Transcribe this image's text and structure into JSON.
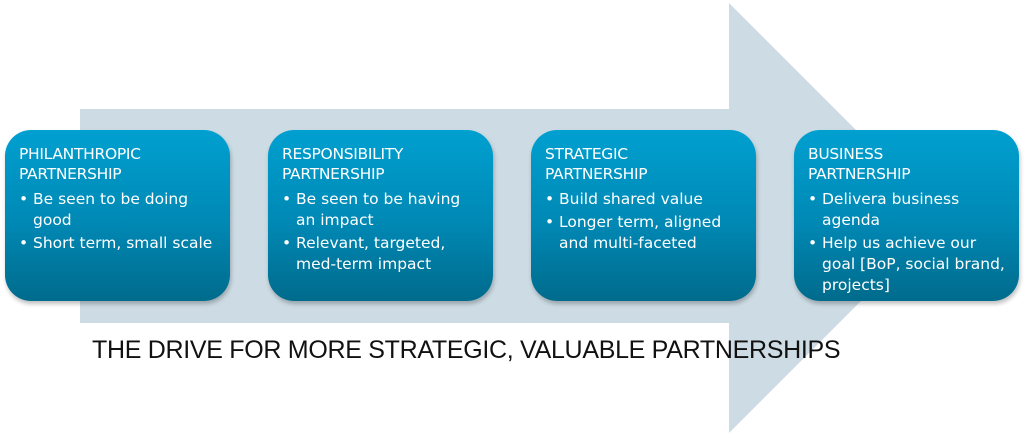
{
  "colors": {
    "arrow": "#cddbe4",
    "box_top": "#00a0d0",
    "box_bottom": "#006b8c",
    "text": "#ffffff"
  },
  "boxes": [
    {
      "title_1": "PHILANTHROPIC",
      "title_2": "PARTNERSHIP",
      "bullets": [
        "Be seen to be doing good",
        "Short term, small scale"
      ]
    },
    {
      "title_1": "RESPONSIBILITY",
      "title_2": "PARTNERSHIP",
      "bullets": [
        "Be seen to be having an impact",
        "Relevant, targeted, med-term impact"
      ]
    },
    {
      "title_1": "STRATEGIC",
      "title_2": "PARTNERSHIP",
      "bullets": [
        "Build shared value",
        "Longer term, aligned and multi-faceted"
      ]
    },
    {
      "title_1": "BUSINESS",
      "title_2": "PARTNERSHIP",
      "bullets": [
        "Delivera business agenda",
        "Help us achieve our goal [BoP, social brand, projects]"
      ]
    }
  ],
  "footer": "THE DRIVE FOR MORE STRATEGIC, VALUABLE PARTNERSHIPS"
}
